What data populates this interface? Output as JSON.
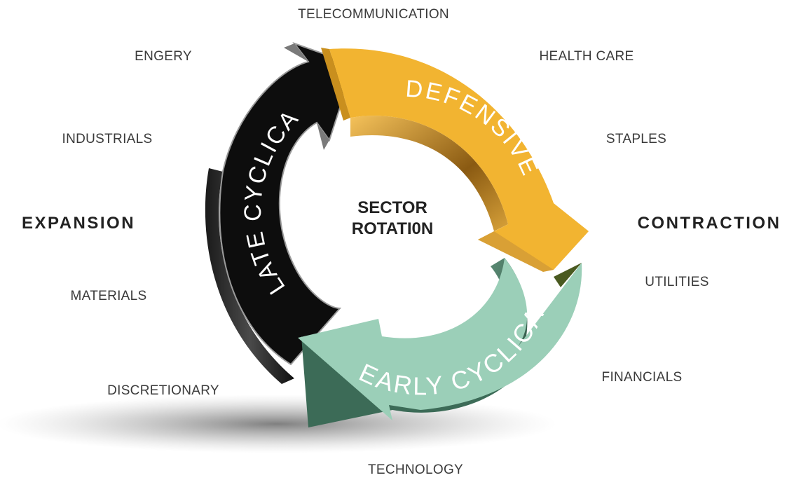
{
  "center": {
    "line1": "SECTOR",
    "line2": "ROTATI0N"
  },
  "phases": {
    "left": "EXPANSION",
    "right": "CONTRACTION"
  },
  "segments": {
    "defensive": {
      "label": "DEFENSIVE",
      "color": "#f2b431"
    },
    "early_cyclical": {
      "label": "EARLY CYCLICAL",
      "color": "#9bcfb8"
    },
    "late_cyclical": {
      "label": "LATE CYCLICAL",
      "color": "#0d0d0d"
    }
  },
  "sectors": {
    "telecommunication": "TELECOMMUNICATION",
    "health_care": "HEALTH CARE",
    "staples": "STAPLES",
    "utilities": "UTILITIES",
    "financials": "FINANCIALS",
    "technology": "TECHNOLOGY",
    "discretionary": "DISCRETIONARY",
    "materials": "MATERIALS",
    "industrials": "INDUSTRIALS",
    "engery": "ENGERY"
  }
}
